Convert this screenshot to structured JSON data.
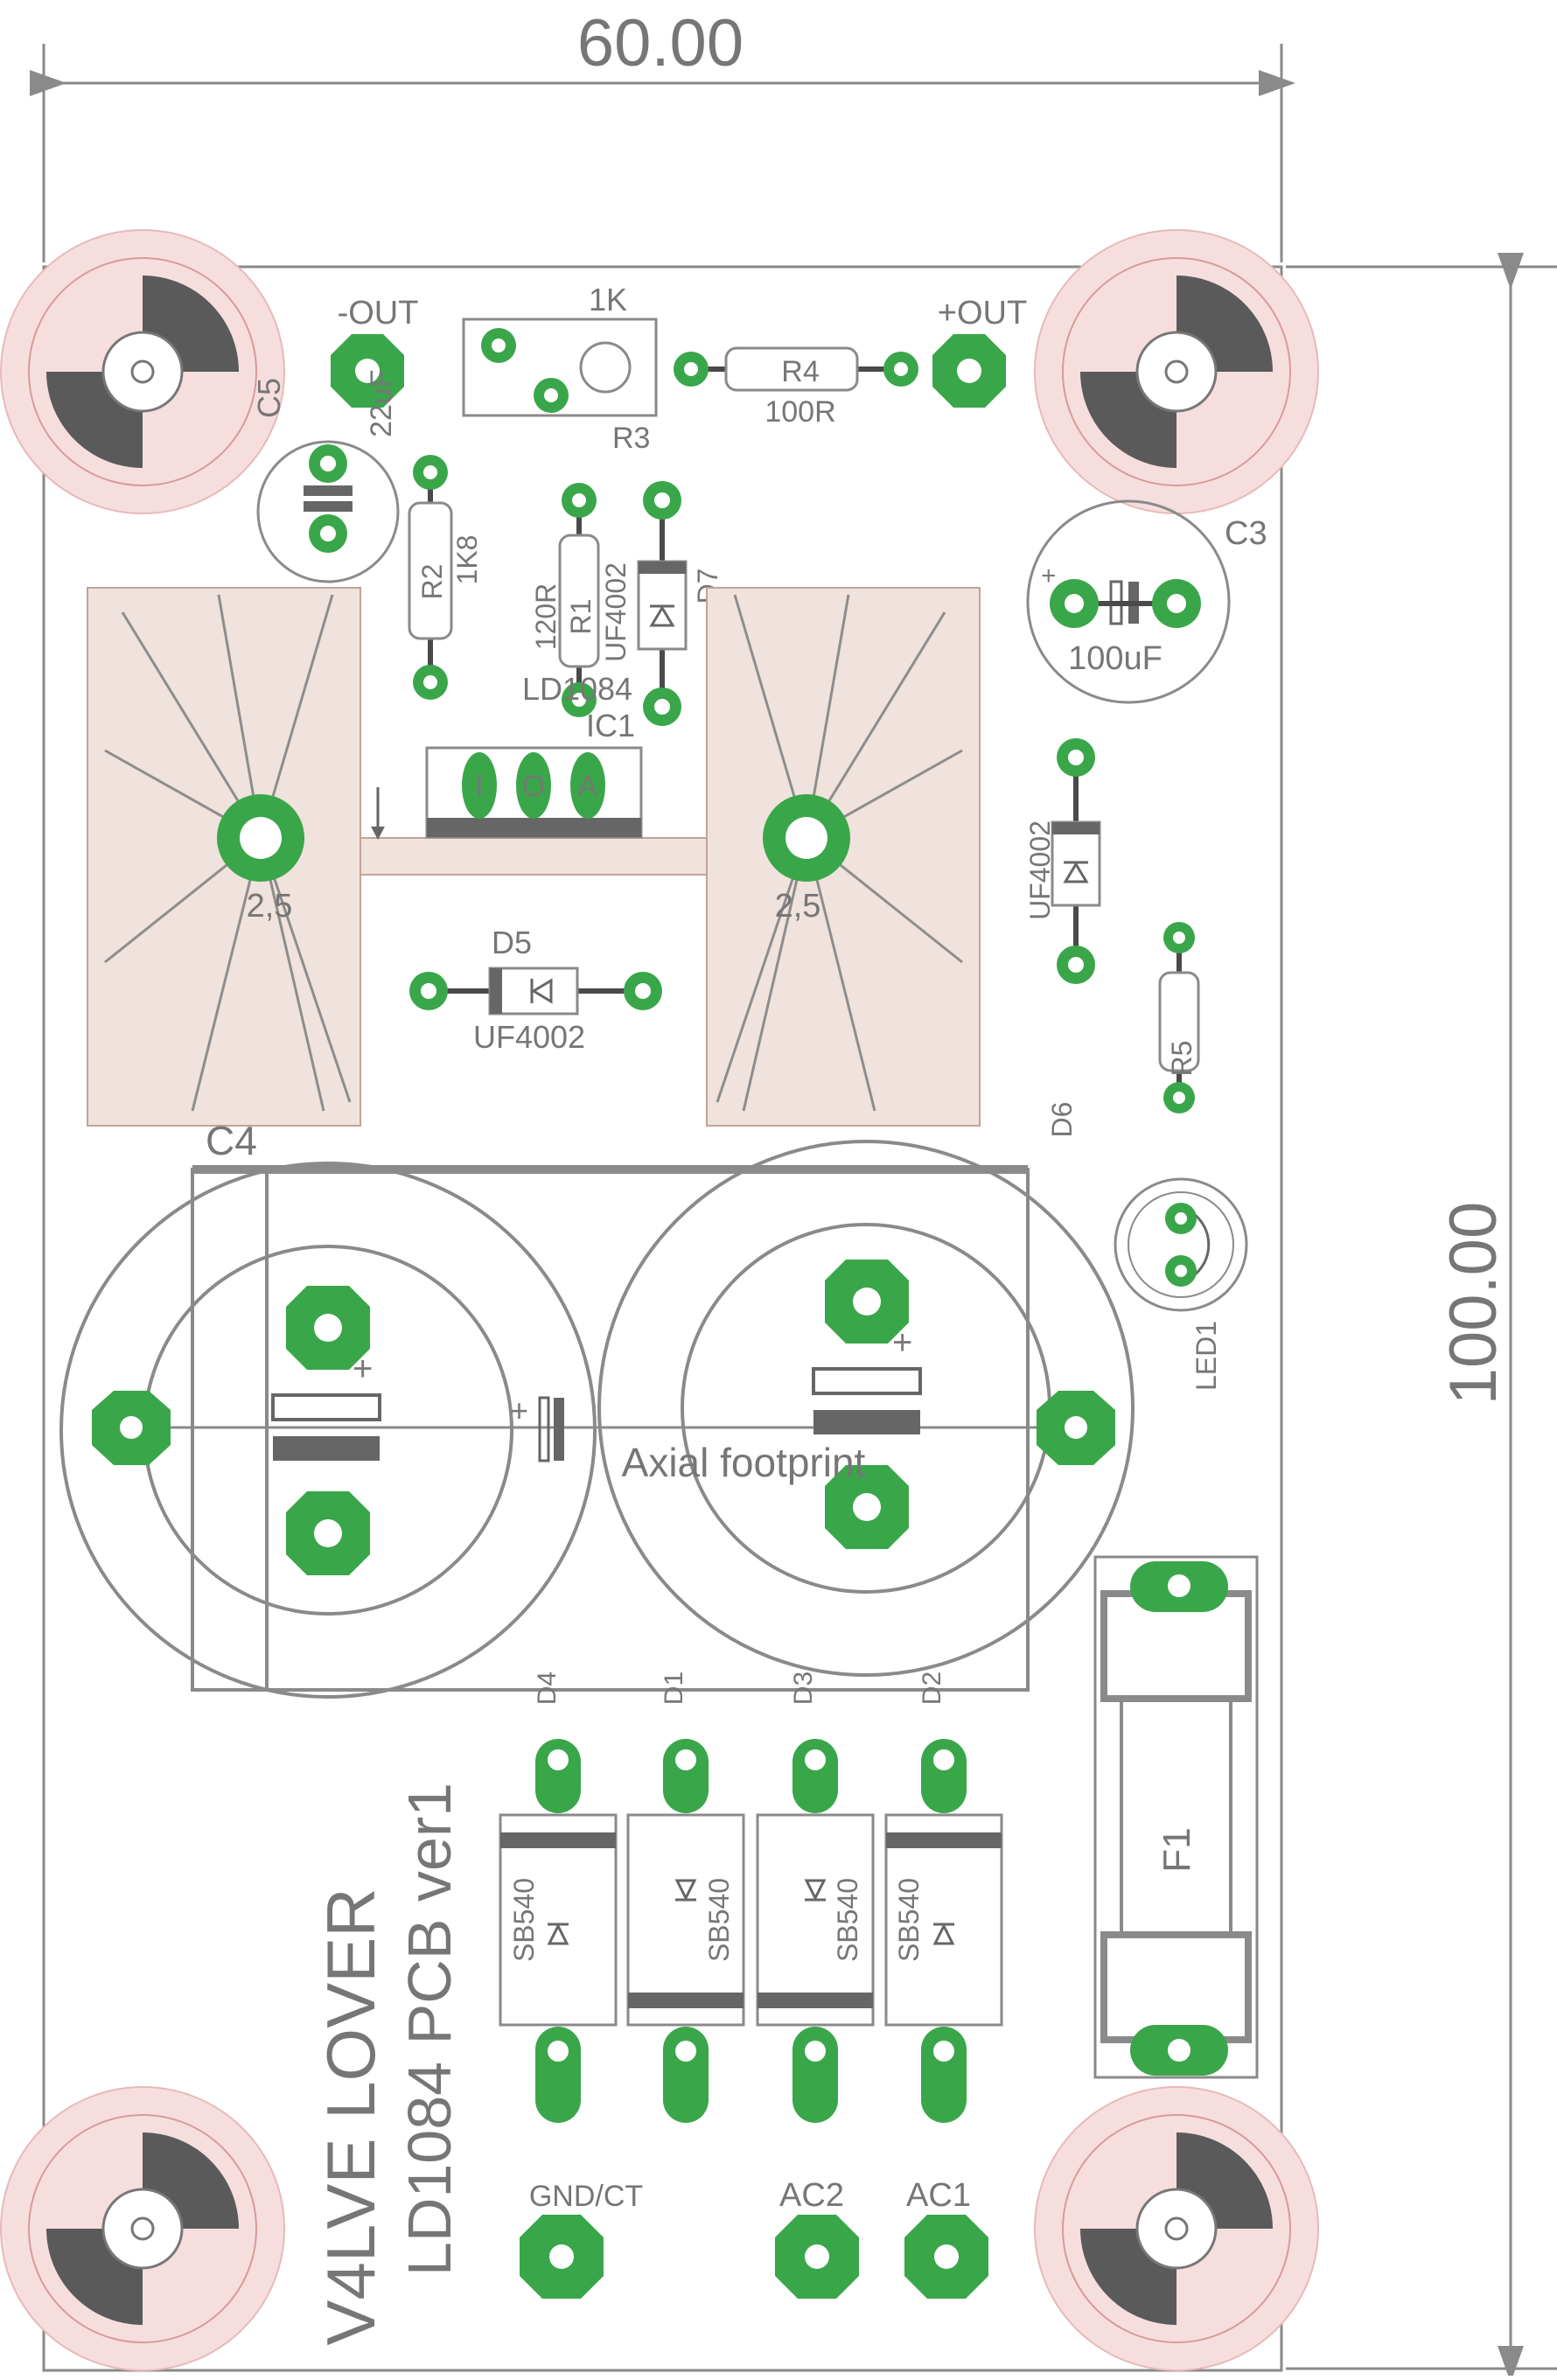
{
  "dimensions": {
    "width": "60.00",
    "height": "100.00"
  },
  "connectors": {
    "neg_out": "-OUT",
    "pos_out": "+OUT",
    "gnd_ct": "GND/CT",
    "ac2": "AC2",
    "ac1": "AC1"
  },
  "components": {
    "c5_name": "C5",
    "c5_value": "22uF",
    "r3_name": "R3",
    "r3_value": "1K",
    "r4_name": "R4",
    "r4_value": "100R",
    "r2_name": "R2",
    "r2_value": "1K8",
    "r1_name": "R1",
    "r1_value": "120R",
    "d7_name": "D7",
    "d7_value": "UF4002",
    "ic1_name": "IC1",
    "ic1_value": "LD1084",
    "ic1_pins": [
      "I",
      "O",
      "A"
    ],
    "c3_name": "C3",
    "c3_value": "100uF",
    "heatsink_left": "2,5",
    "heatsink_right": "2,5",
    "d5_name": "D5",
    "d5_value": "UF4002",
    "d6_name": "D6",
    "d6_value": "UF4002",
    "r5_name": "R5",
    "led_name": "LED1",
    "c4_name": "C4",
    "axial_label": "Axial footprint",
    "bridge": [
      {
        "name": "D4",
        "value": "SB540"
      },
      {
        "name": "D1",
        "value": "SB540"
      },
      {
        "name": "D3",
        "value": "SB540"
      },
      {
        "name": "D2",
        "value": "SB540"
      }
    ],
    "fuse_name": "F1"
  },
  "board_text": {
    "line1": "V4LVE LOVER",
    "line2": "LD1084 PCB ver1"
  },
  "colors": {
    "pad": "#3aa64a",
    "silkscreen": "#8a8a8a",
    "heatsink": "#f0e2dc",
    "mounting_hole": "#f6dede"
  }
}
